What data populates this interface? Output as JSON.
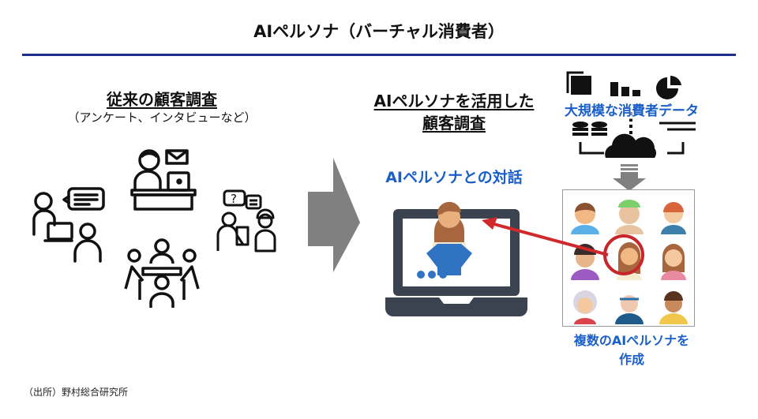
{
  "title": "AIペルソナ（バーチャル消費者）",
  "left": {
    "heading": "従来の顧客調査",
    "subheading": "（アンケート、インタビューなど）",
    "icons": [
      "interview-icon",
      "email-survey-icon",
      "group-discussion-icon",
      "field-survey-icon"
    ]
  },
  "middle": {
    "heading_line1": "AIペルソナを活用した",
    "heading_line2": "顧客調査",
    "dialog_label": "AIペルソナとの対話"
  },
  "right": {
    "bigdata_label": "大規模な消費者データ",
    "create_line1": "複数のAIペルソナを",
    "create_line2": "作成",
    "persona_count": 9
  },
  "source": "（出所）野村総合研究所",
  "colors": {
    "rule": "#1b2f8a",
    "accent_blue": "#1a5fc8",
    "highlight_red": "#d0292b",
    "arrow_gray": "#808080",
    "laptop": "#3b4350"
  }
}
